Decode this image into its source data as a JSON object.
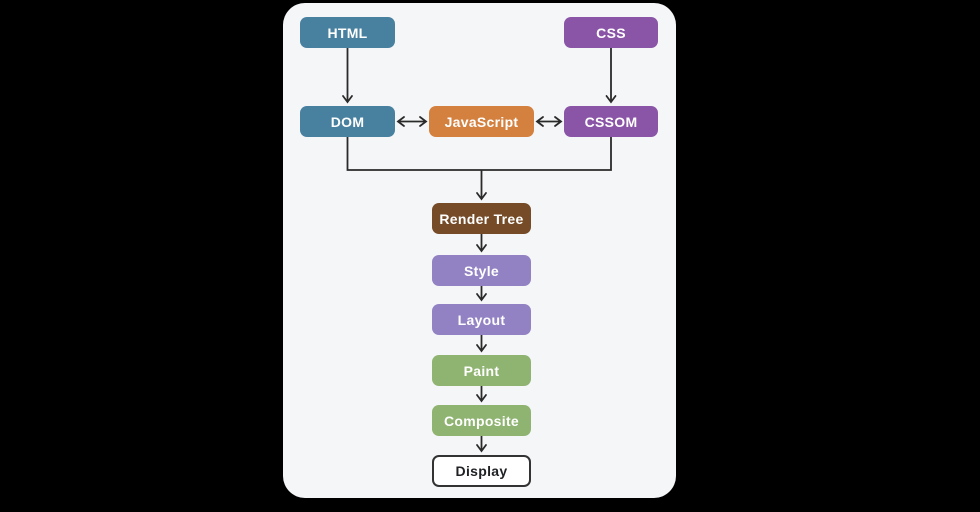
{
  "diagram": {
    "nodes": {
      "html": {
        "label": "HTML",
        "color": "#48809f",
        "text_color": "#ffffff"
      },
      "css": {
        "label": "CSS",
        "color": "#8a55a7",
        "text_color": "#ffffff"
      },
      "dom": {
        "label": "DOM",
        "color": "#48809f",
        "text_color": "#ffffff"
      },
      "javascript": {
        "label": "JavaScript",
        "color": "#d4803f",
        "text_color": "#ffffff"
      },
      "cssom": {
        "label": "CSSOM",
        "color": "#8a55a7",
        "text_color": "#ffffff"
      },
      "render_tree": {
        "label": "Render Tree",
        "color": "#754b28",
        "text_color": "#ffffff"
      },
      "style": {
        "label": "Style",
        "color": "#9282c3",
        "text_color": "#ffffff"
      },
      "layout": {
        "label": "Layout",
        "color": "#9282c3",
        "text_color": "#ffffff"
      },
      "paint": {
        "label": "Paint",
        "color": "#8fb471",
        "text_color": "#ffffff"
      },
      "composite": {
        "label": "Composite",
        "color": "#8fb471",
        "text_color": "#ffffff"
      },
      "display": {
        "label": "Display",
        "color": "#ffffff",
        "text_color": "#202124",
        "border_color": "#333333"
      }
    },
    "edges": [
      {
        "from": "HTML",
        "to": "DOM",
        "type": "arrow"
      },
      {
        "from": "CSS",
        "to": "CSSOM",
        "type": "arrow"
      },
      {
        "from": "DOM",
        "to": "JavaScript",
        "type": "double-arrow"
      },
      {
        "from": "JavaScript",
        "to": "CSSOM",
        "type": "double-arrow"
      },
      {
        "from": "DOM",
        "to": "Render Tree",
        "type": "arrow"
      },
      {
        "from": "CSSOM",
        "to": "Render Tree",
        "type": "arrow"
      },
      {
        "from": "Render Tree",
        "to": "Style",
        "type": "arrow"
      },
      {
        "from": "Style",
        "to": "Layout",
        "type": "arrow"
      },
      {
        "from": "Layout",
        "to": "Paint",
        "type": "arrow"
      },
      {
        "from": "Paint",
        "to": "Composite",
        "type": "arrow"
      },
      {
        "from": "Composite",
        "to": "Display",
        "type": "arrow"
      }
    ],
    "colors": {
      "canvas_bg": "#000000",
      "panel_bg": "#f5f6f8",
      "arrow": "#2a2a2a"
    }
  }
}
